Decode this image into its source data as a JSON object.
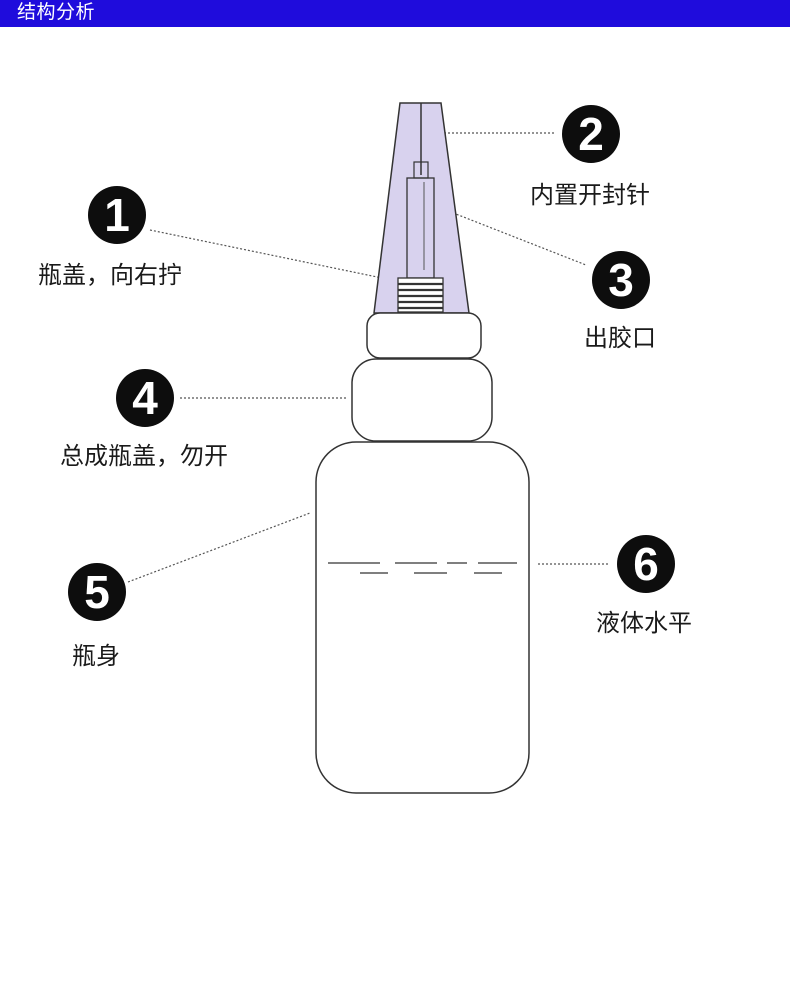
{
  "header": {
    "title": "结构分析"
  },
  "callouts": [
    {
      "number": "1",
      "label": "瓶盖，向右拧"
    },
    {
      "number": "2",
      "label": "内置开封针"
    },
    {
      "number": "3",
      "label": "出胶口"
    },
    {
      "number": "4",
      "label": "总成瓶盖，勿开"
    },
    {
      "number": "5",
      "label": "瓶身"
    },
    {
      "number": "6",
      "label": "液体水平"
    }
  ],
  "colors": {
    "header_bg": "#1f0cdc",
    "nozzle_fill": "#d8d2ee",
    "outline": "#333333",
    "badge_bg": "#0d0d0d"
  }
}
